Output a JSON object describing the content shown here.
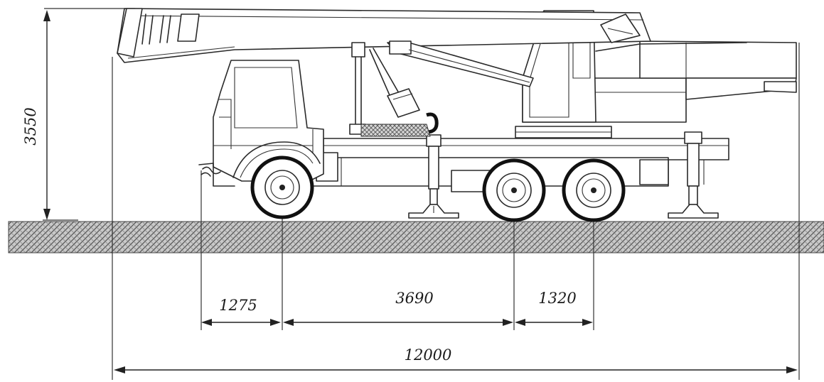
{
  "diagram": {
    "colors": {
      "line": "#2a2a2a",
      "ground_fill": "#9a9a9a",
      "background": "#ffffff"
    },
    "dimensions": {
      "height": "3550",
      "front_overhang": "1275",
      "wheelbase_front": "3690",
      "wheelbase_rear": "1320",
      "overall_length": "12000"
    }
  }
}
